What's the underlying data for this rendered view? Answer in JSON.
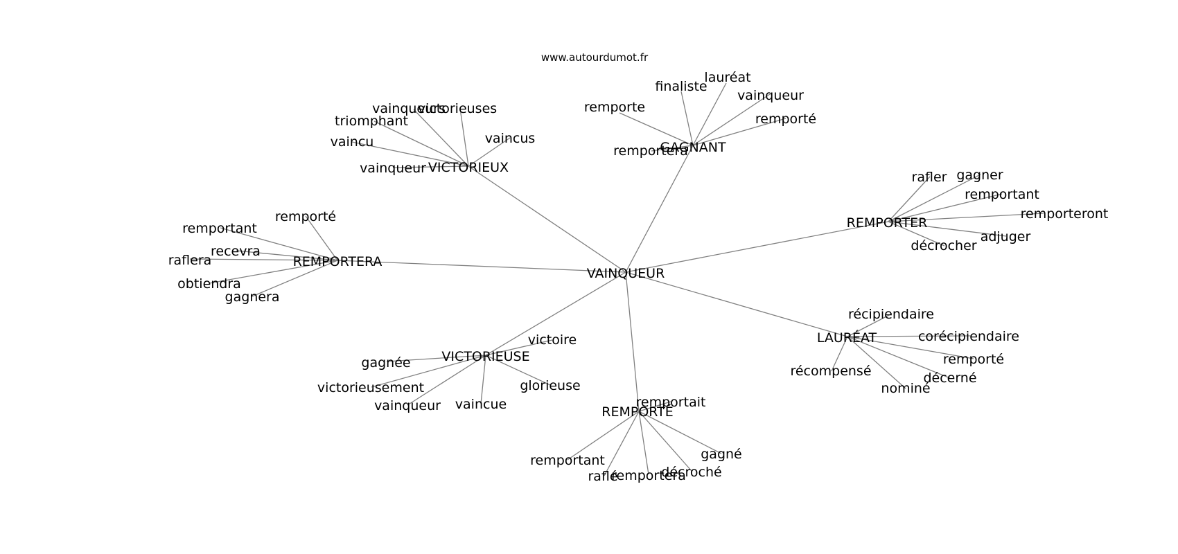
{
  "source": "www.autourdumot.fr",
  "colors": {
    "edge": "#808080",
    "text": "#000000",
    "background": "#ffffff"
  },
  "graph": {
    "center": "VAINQUEUR",
    "clusters": [
      {
        "hub": "GAGNANT",
        "leaves": [
          "remporte",
          "finaliste",
          "lauréat",
          "vainqueur",
          "remporté",
          "remportera"
        ]
      },
      {
        "hub": "VICTORIEUX",
        "leaves": [
          "vainqueurs",
          "victorieuses",
          "triomphant",
          "vaincus",
          "vaincu",
          "vainqueur"
        ]
      },
      {
        "hub": "REMPORTER",
        "leaves": [
          "rafler",
          "gagner",
          "remportant",
          "remporteront",
          "adjuger",
          "décrocher"
        ]
      },
      {
        "hub": "REMPORTERA",
        "leaves": [
          "remporté",
          "remportant",
          "recevra",
          "raflera",
          "obtiendra",
          "gagnera"
        ]
      },
      {
        "hub": "LAURÉAT",
        "leaves": [
          "récipiendaire",
          "corécipiendaire",
          "remporté",
          "décerné",
          "nominé",
          "récompensé"
        ]
      },
      {
        "hub": "VICTORIEUSE",
        "leaves": [
          "victoire",
          "gagnée",
          "victorieusement",
          "glorieuse",
          "vainqueur",
          "vaincue"
        ]
      },
      {
        "hub": "REMPORTÉ",
        "leaves": [
          "remportait",
          "remportant",
          "gagné",
          "décroché",
          "remportera",
          "raflé"
        ]
      }
    ]
  }
}
